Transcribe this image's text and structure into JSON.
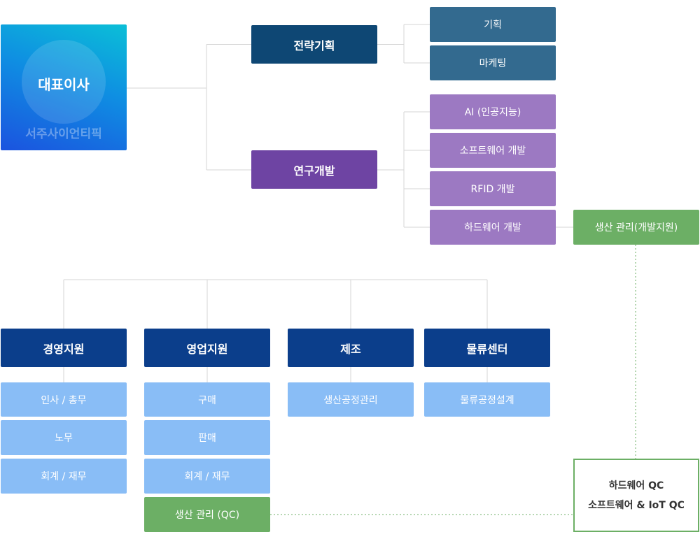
{
  "ceo": {
    "title": "대표이사",
    "company": "서주사이언티픽"
  },
  "strategy": {
    "label": "전략기획",
    "children": [
      "기획",
      "마케팅"
    ]
  },
  "rnd": {
    "label": "연구개발",
    "children": [
      "AI (인공지능)",
      "소프트웨어 개발",
      "RFID 개발",
      "하드웨어 개발"
    ],
    "hw_link": "생산 관리(개발지원)"
  },
  "departments": [
    {
      "label": "경영지원",
      "items": [
        "인사 / 총무",
        "노무",
        "회계 / 재무"
      ]
    },
    {
      "label": "영업지원",
      "items": [
        "구매",
        "판매",
        "회계 / 재무"
      ],
      "extra": "생산 관리 (QC)"
    },
    {
      "label": "제조",
      "items": [
        "생산공정관리"
      ]
    },
    {
      "label": "물류센터",
      "items": [
        "물류공정설계"
      ]
    }
  ],
  "qc_box": {
    "line1": "하드웨어 QC",
    "line2": "소프트웨어 & IoT QC"
  },
  "colors": {
    "strategy": "#0e4774",
    "strategy_children": "#336a8f",
    "rnd": "#6e44a3",
    "rnd_children": "#9c79c2",
    "departments": "#0b3e8b",
    "dept_items": "#89bdf6",
    "production": "#6caf65"
  }
}
